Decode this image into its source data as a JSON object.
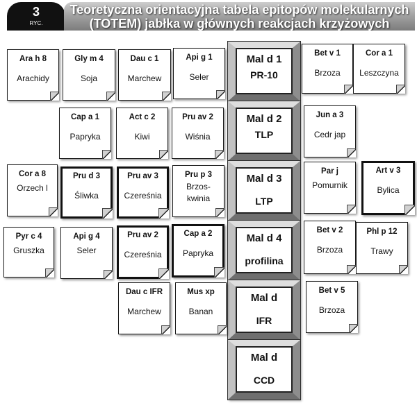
{
  "header": {
    "badge_number": "3",
    "badge_label": "RYC.",
    "title_lines": [
      "Teoretyczna orientacyjna tabela epitopów molekularnych",
      "(TOTEM) jabłka w głównych reakcjach krzyżowych"
    ]
  },
  "rows": [
    {
      "apple_allergen": {
        "label": "Mal d 1",
        "name": "PR-10"
      },
      "left": [
        {
          "label": "Ara h 8",
          "name": "Arachidy"
        },
        {
          "label": "Gly m 4",
          "name": "Soja"
        },
        {
          "label": "Dau c 1",
          "name": "Marchew"
        },
        {
          "label": "Api g 1",
          "name": "Seler"
        }
      ],
      "right": [
        {
          "label": "Bet v 1",
          "name": "Brzoza"
        },
        {
          "label": "Cor a 1",
          "name": "Leszczyna"
        }
      ]
    },
    {
      "apple_allergen": {
        "label": "Mal d 2",
        "name": "TLP"
      },
      "left": [
        {
          "label": "Cap a 1",
          "name": "Papryka"
        },
        {
          "label": "Act c 2",
          "name": "Kiwi"
        },
        {
          "label": "Pru av 2",
          "name": "Wiśnia"
        }
      ],
      "right": [
        {
          "label": "Jun a 3",
          "name": "Cedr jap"
        }
      ]
    },
    {
      "apple_allergen": {
        "label": "Mal d 3",
        "name": "LTP"
      },
      "left": [
        {
          "label": "Cor a 8",
          "name": "Orzech l"
        },
        {
          "label": "Pru d 3",
          "name": "Śliwka",
          "highlighted": true
        },
        {
          "label": "Pru av 3",
          "name": "Czereśnia",
          "highlighted": true
        },
        {
          "label": "Pru p 3",
          "name": "Brzos-\nkwinia"
        }
      ],
      "right": [
        {
          "label": "Par j",
          "name": "Pomurnik"
        },
        {
          "label": "Art v 3",
          "name": "Bylica",
          "highlighted": true
        }
      ]
    },
    {
      "apple_allergen": {
        "label": "Mal d 4",
        "name": "profilina"
      },
      "left": [
        {
          "label": "Pyr c 4",
          "name": "Gruszka"
        },
        {
          "label": "Api g 4",
          "name": "Seler"
        },
        {
          "label": "Pru av 2",
          "name": "Czereśnia",
          "highlighted": true
        },
        {
          "label": "Cap a 2",
          "name": "Papryka",
          "highlighted": true
        }
      ],
      "right": [
        {
          "label": "Bet v 2",
          "name": "Brzoza"
        },
        {
          "label": "Phl p 12",
          "name": "Trawy"
        }
      ]
    },
    {
      "apple_allergen": {
        "label": "Mal d",
        "name": "IFR"
      },
      "left": [
        {
          "label": "Dau c IFR",
          "name": "Marchew"
        },
        {
          "label": "Mus xp",
          "name": "Banan"
        }
      ],
      "right": [
        {
          "label": "Bet v 5",
          "name": "Brzoza"
        }
      ]
    },
    {
      "apple_allergen": {
        "label": "Mal d",
        "name": "CCD"
      },
      "left": [],
      "right": []
    }
  ]
}
